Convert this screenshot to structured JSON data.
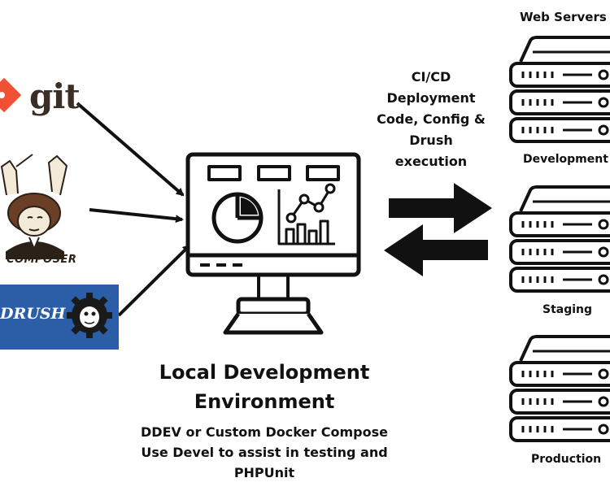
{
  "tools": {
    "git": "git",
    "composer": "COMPOSER",
    "drush": "DRUSH"
  },
  "cicd": {
    "lines": [
      "CI/CD",
      "Deployment",
      "Code, Config &",
      "Drush",
      "execution"
    ]
  },
  "local": {
    "title_line1": "Local Development",
    "title_line2": "Environment",
    "sub_line1": "DDEV or Custom Docker Compose",
    "sub_line2": "Use Devel to assist in testing and",
    "sub_line3": "PHPUnit"
  },
  "servers": {
    "heading": "Web Servers",
    "environments": [
      "Development",
      "Staging",
      "Production"
    ]
  },
  "colors": {
    "git_orange": "#f05033",
    "drush_blue": "#2b5ea7",
    "ink": "#111111"
  }
}
